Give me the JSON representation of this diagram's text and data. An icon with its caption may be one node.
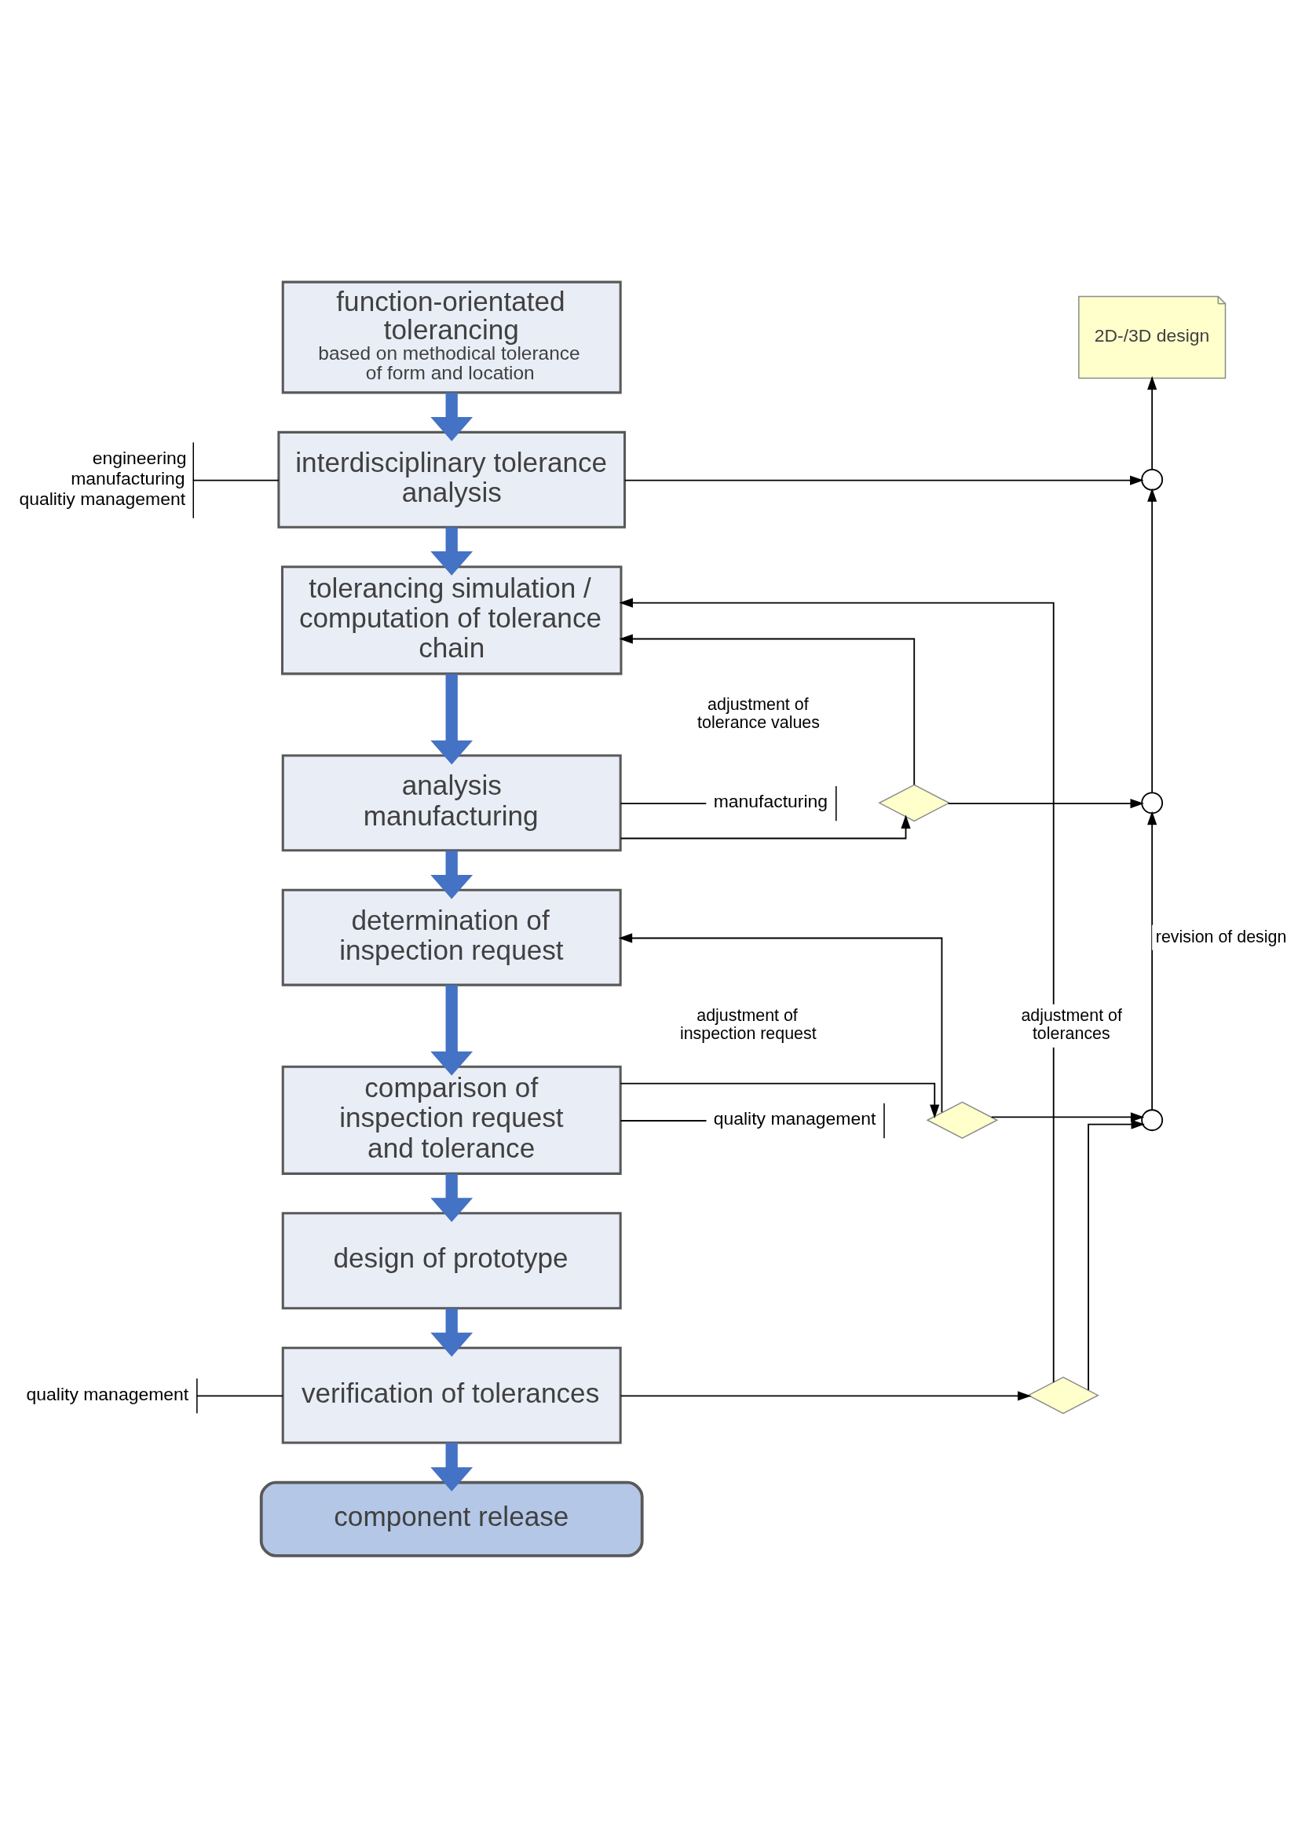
{
  "diagram": {
    "nodes": [
      {
        "text": [
          "function-orientated tolerancing",
          "based on methodical tolerance of form and location"
        ]
      },
      {
        "text": [
          "2D-/3D design"
        ]
      },
      {
        "text": [
          "engineering manufacturing qualitiy management"
        ]
      },
      {
        "text": [
          "interdisciplinary tolerance analysis"
        ]
      },
      {
        "text": [],
        "shape": "circle"
      },
      {
        "text": [
          "tolerancing simulation / computation of tolerance chain"
        ]
      },
      {
        "text": [
          "manufacturing"
        ]
      },
      {
        "text": [
          "analysis manufacturing"
        ]
      },
      {
        "text": [],
        "shape": "diamond"
      },
      {
        "text": [],
        "shape": "circle"
      },
      {
        "text": [
          "determination of inspection request"
        ]
      },
      {
        "text": [
          "quality management"
        ]
      },
      {
        "text": [
          "comparison of inspection request and tolerance"
        ]
      },
      {
        "text": [],
        "shape": "diamond"
      },
      {
        "text": [],
        "shape": "circle"
      },
      {
        "text": [
          "design of prototype"
        ]
      },
      {
        "text": [
          "quality management"
        ]
      },
      {
        "text": [
          "verification of tolerances"
        ]
      },
      {
        "text": [],
        "shape": "diamond"
      },
      {
        "text": [
          "component release"
        ]
      }
    ],
    "edges": [
      {
        "from": 0,
        "to": 3,
        "arrow": "to",
        "style": "thick",
        "color": "#4472c4"
      },
      {
        "from": 3,
        "to": 5,
        "arrow": "to",
        "style": "thick",
        "color": "#4472c4"
      },
      {
        "from": 5,
        "to": 7,
        "arrow": "to",
        "style": "thick",
        "color": "#4472c4"
      },
      {
        "from": 7,
        "to": 10,
        "arrow": "to",
        "style": "thick",
        "color": "#4472c4"
      },
      {
        "from": 10,
        "to": 12,
        "arrow": "to",
        "style": "thick",
        "color": "#4472c4"
      },
      {
        "from": 12,
        "to": 15,
        "arrow": "to",
        "style": "thick",
        "color": "#4472c4"
      },
      {
        "from": 15,
        "to": 17,
        "arrow": "to",
        "style": "thick",
        "color": "#4472c4"
      },
      {
        "from": 17,
        "to": 19,
        "arrow": "to",
        "style": "thick",
        "color": "#4472c4"
      },
      {
        "from": 2,
        "to": 3,
        "arrow": "none"
      },
      {
        "from": 6,
        "to": 7,
        "arrow": "none"
      },
      {
        "from": 11,
        "to": 12,
        "arrow": "none"
      },
      {
        "from": 16,
        "to": 17,
        "arrow": "none"
      },
      {
        "from": 3,
        "to": 4,
        "arrow": "to"
      },
      {
        "from": 4,
        "to": 1,
        "arrow": "to"
      },
      {
        "from": 7,
        "to": 8,
        "arrow": "to"
      },
      {
        "from": 8,
        "to": 9,
        "arrow": "to"
      },
      {
        "from": 8,
        "to": 5,
        "arrow": "to",
        "label": "adjustment of tolerance values"
      },
      {
        "from": 9,
        "to": 4,
        "arrow": "to"
      },
      {
        "from": 14,
        "to": 9,
        "arrow": "to",
        "label": "revision of design"
      },
      {
        "from": 12,
        "to": 13,
        "arrow": "to"
      },
      {
        "from": 13,
        "to": 14,
        "arrow": "to"
      },
      {
        "from": 13,
        "to": 10,
        "arrow": "to",
        "label": "adjustment of inspection request"
      },
      {
        "from": 17,
        "to": 18,
        "arrow": "to"
      },
      {
        "from": 18,
        "to": 5,
        "arrow": "to",
        "label": "adjustment of tolerances"
      },
      {
        "from": 18,
        "to": 14,
        "arrow": "to"
      }
    ]
  }
}
